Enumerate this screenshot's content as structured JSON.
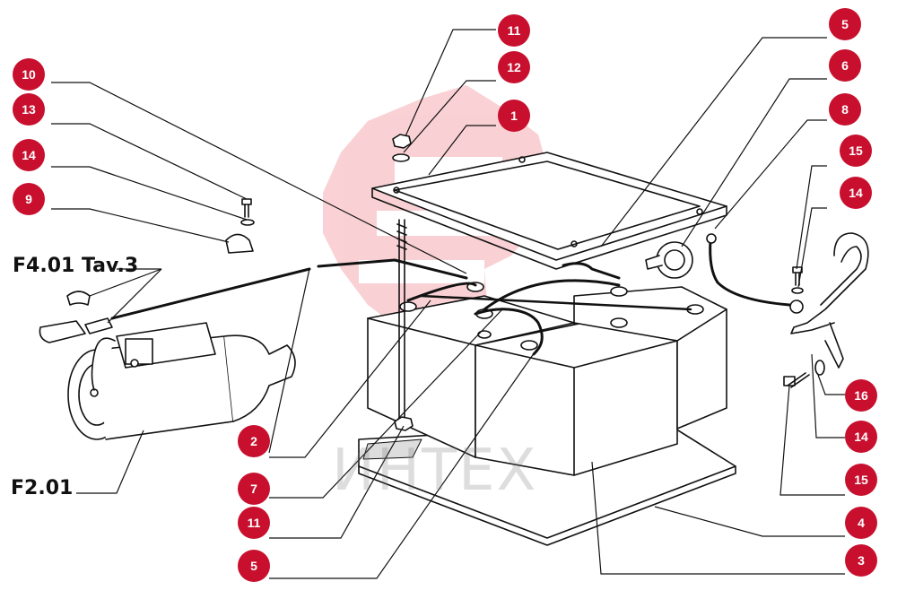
{
  "callouts": [
    {
      "id": "c-11-top",
      "label": "11"
    },
    {
      "id": "c-12",
      "label": "12"
    },
    {
      "id": "c-1",
      "label": "1"
    },
    {
      "id": "c-5-top",
      "label": "5"
    },
    {
      "id": "c-6",
      "label": "6"
    },
    {
      "id": "c-8",
      "label": "8"
    },
    {
      "id": "c-15-top",
      "label": "15"
    },
    {
      "id": "c-14-right",
      "label": "14"
    },
    {
      "id": "c-10",
      "label": "10"
    },
    {
      "id": "c-13",
      "label": "13"
    },
    {
      "id": "c-14-left",
      "label": "14"
    },
    {
      "id": "c-9",
      "label": "9"
    },
    {
      "id": "c-16",
      "label": "16"
    },
    {
      "id": "c-14-bottom",
      "label": "14"
    },
    {
      "id": "c-15-bottom",
      "label": "15"
    },
    {
      "id": "c-4",
      "label": "4"
    },
    {
      "id": "c-3",
      "label": "3"
    },
    {
      "id": "c-2",
      "label": "2"
    },
    {
      "id": "c-7",
      "label": "7"
    },
    {
      "id": "c-11-bottom",
      "label": "11"
    },
    {
      "id": "c-5-bottom",
      "label": "5"
    }
  ],
  "references": {
    "f401": "F4.01 Tav.3",
    "f201": "F2.01"
  },
  "watermark": {
    "text": "ИНТЕХ",
    "color": "#e8333f"
  },
  "colors": {
    "badge": "#c8102e",
    "line": "#111111"
  }
}
